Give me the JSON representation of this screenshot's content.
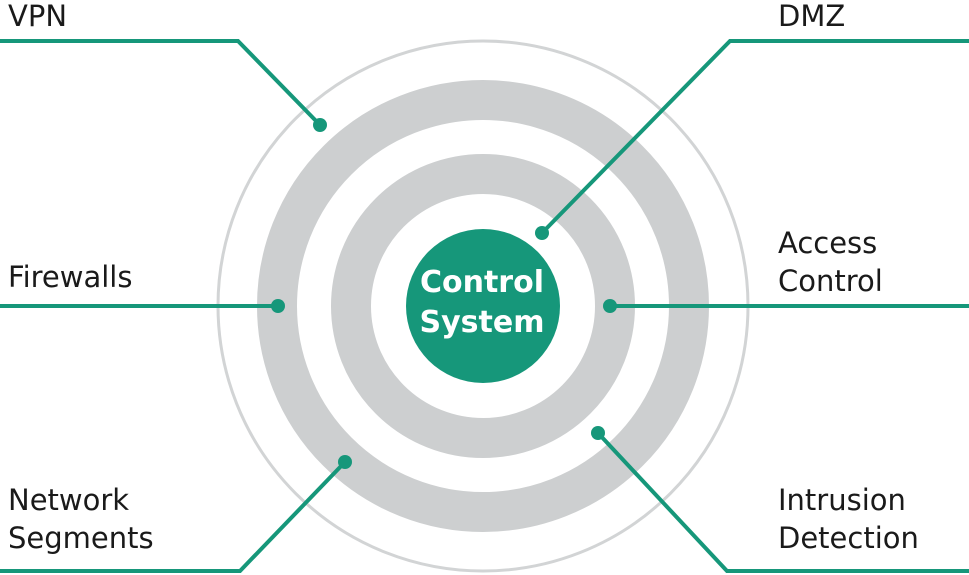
{
  "center": {
    "line1": "Control",
    "line2": "System"
  },
  "layers": {
    "vpn": {
      "line1": "VPN"
    },
    "dmz": {
      "line1": "DMZ"
    },
    "firewalls": {
      "line1": "Firewalls"
    },
    "access_control": {
      "line1": "Access",
      "line2": "Control"
    },
    "network_segments": {
      "line1": "Network",
      "line2": "Segments"
    },
    "intrusion_detection": {
      "line1": "Intrusion",
      "line2": "Detection"
    }
  },
  "colors": {
    "accent": "#16977A",
    "ring_gray": "#CDCFD0",
    "outline_gray": "#D2D4D5",
    "text": "#1A1A1A"
  }
}
